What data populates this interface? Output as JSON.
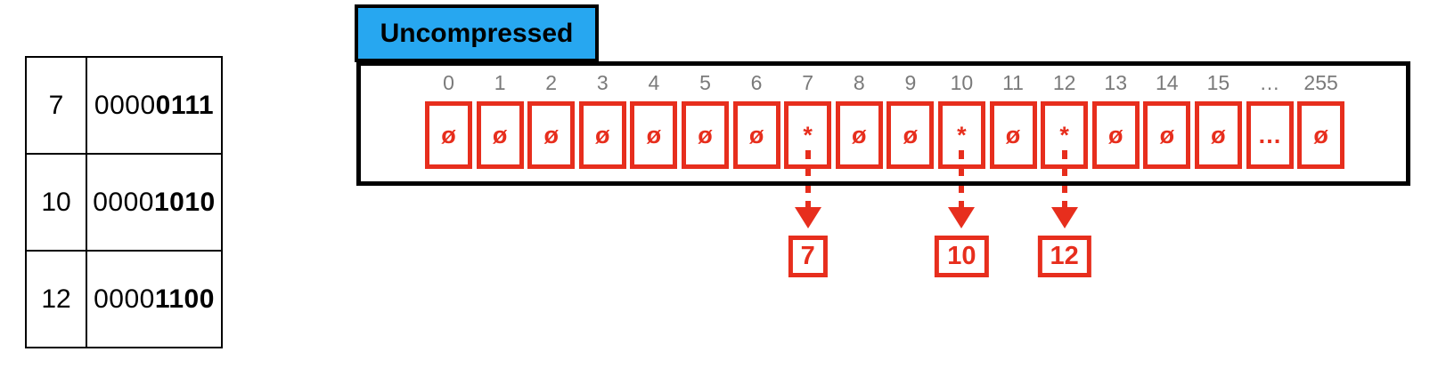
{
  "colors": {
    "red": "#e72e1d",
    "blue": "#27a7f0",
    "gray": "#7a7a7a",
    "black": "#000000"
  },
  "legend_table": {
    "rows": [
      {
        "value": "7",
        "bits_prefix": "0000",
        "bits_suffix": "0111"
      },
      {
        "value": "10",
        "bits_prefix": "0000",
        "bits_suffix": "1010"
      },
      {
        "value": "12",
        "bits_prefix": "0000",
        "bits_suffix": "1100"
      }
    ]
  },
  "diagram": {
    "title": "Uncompressed",
    "empty_symbol": "ø",
    "occupied_symbol": "*",
    "indices": [
      "0",
      "1",
      "2",
      "3",
      "4",
      "5",
      "6",
      "7",
      "8",
      "9",
      "10",
      "11",
      "12",
      "13",
      "14",
      "15",
      "…",
      "255"
    ],
    "cells": [
      "ø",
      "ø",
      "ø",
      "ø",
      "ø",
      "ø",
      "ø",
      "*",
      "ø",
      "ø",
      "*",
      "ø",
      "*",
      "ø",
      "ø",
      "ø",
      "…",
      "ø"
    ],
    "markers": [
      {
        "cell_index": 7,
        "label": "7"
      },
      {
        "cell_index": 10,
        "label": "10"
      },
      {
        "cell_index": 12,
        "label": "12"
      }
    ]
  }
}
